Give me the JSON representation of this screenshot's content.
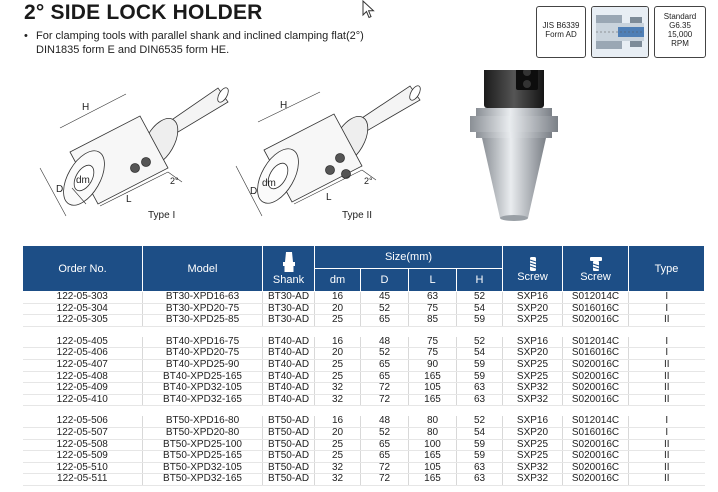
{
  "header": {
    "title": "2° SIDE LOCK HOLDER",
    "bullet": "•",
    "description_line1": "For clamping tools with parallel shank and inclined clamping flat(2°)",
    "description_line2": "DIN1835 form E and DIN6535 form HE."
  },
  "badges": {
    "jis": "JIS B6339 Form AD",
    "standard_line1": "Standard",
    "standard_line2": "G6.35",
    "standard_line3": "15,000",
    "standard_line4": "RPM"
  },
  "drawings": {
    "type1_label": "Type I",
    "type2_label": "Type II",
    "dim_H": "H",
    "dim_D": "D",
    "dim_dm": "dm",
    "dim_L": "L",
    "dim_angle": "2°"
  },
  "table": {
    "headers": {
      "order_no": "Order No.",
      "model": "Model",
      "shank": "Shank",
      "size": "Size(mm)",
      "dm": "dm",
      "D": "D",
      "L": "L",
      "H": "H",
      "screw1": "Screw",
      "screw2": "Screw",
      "type": "Type"
    },
    "groups": [
      {
        "rows": [
          [
            "122-05-303",
            "BT30-XPD16-63",
            "BT30-AD",
            "16",
            "45",
            "63",
            "52",
            "SXP16",
            "S012014C",
            "I"
          ],
          [
            "122-05-304",
            "BT30-XPD20-75",
            "BT30-AD",
            "20",
            "52",
            "75",
            "54",
            "SXP20",
            "S016016C",
            "I"
          ],
          [
            "122-05-305",
            "BT30-XPD25-85",
            "BT30-AD",
            "25",
            "65",
            "85",
            "59",
            "SXP25",
            "S020016C",
            "II"
          ]
        ]
      },
      {
        "rows": [
          [
            "122-05-405",
            "BT40-XPD16-75",
            "BT40-AD",
            "16",
            "48",
            "75",
            "52",
            "SXP16",
            "S012014C",
            "I"
          ],
          [
            "122-05-406",
            "BT40-XPD20-75",
            "BT40-AD",
            "20",
            "52",
            "75",
            "54",
            "SXP20",
            "S016016C",
            "I"
          ],
          [
            "122-05-407",
            "BT40-XPD25-90",
            "BT40-AD",
            "25",
            "65",
            "90",
            "59",
            "SXP25",
            "S020016C",
            "II"
          ],
          [
            "122-05-408",
            "BT40-XPD25-165",
            "BT40-AD",
            "25",
            "65",
            "165",
            "59",
            "SXP25",
            "S020016C",
            "II"
          ],
          [
            "122-05-409",
            "BT40-XPD32-105",
            "BT40-AD",
            "32",
            "72",
            "105",
            "63",
            "SXP32",
            "S020016C",
            "II"
          ],
          [
            "122-05-410",
            "BT40-XPD32-165",
            "BT40-AD",
            "32",
            "72",
            "165",
            "63",
            "SXP32",
            "S020016C",
            "II"
          ]
        ]
      },
      {
        "rows": [
          [
            "122-05-506",
            "BT50-XPD16-80",
            "BT50-AD",
            "16",
            "48",
            "80",
            "52",
            "SXP16",
            "S012014C",
            "I"
          ],
          [
            "122-05-507",
            "BT50-XPD20-80",
            "BT50-AD",
            "20",
            "52",
            "80",
            "54",
            "SXP20",
            "S016016C",
            "I"
          ],
          [
            "122-05-508",
            "BT50-XPD25-100",
            "BT50-AD",
            "25",
            "65",
            "100",
            "59",
            "SXP25",
            "S020016C",
            "II"
          ],
          [
            "122-05-509",
            "BT50-XPD25-165",
            "BT50-AD",
            "25",
            "65",
            "165",
            "59",
            "SXP25",
            "S020016C",
            "II"
          ],
          [
            "122-05-510",
            "BT50-XPD32-105",
            "BT50-AD",
            "32",
            "72",
            "105",
            "63",
            "SXP32",
            "S020016C",
            "II"
          ],
          [
            "122-05-511",
            "BT50-XPD32-165",
            "BT50-AD",
            "32",
            "72",
            "165",
            "63",
            "SXP32",
            "S020016C",
            "II"
          ]
        ]
      }
    ]
  },
  "colors": {
    "header_bg": "#1d4e86",
    "header_text": "#ffffff"
  }
}
